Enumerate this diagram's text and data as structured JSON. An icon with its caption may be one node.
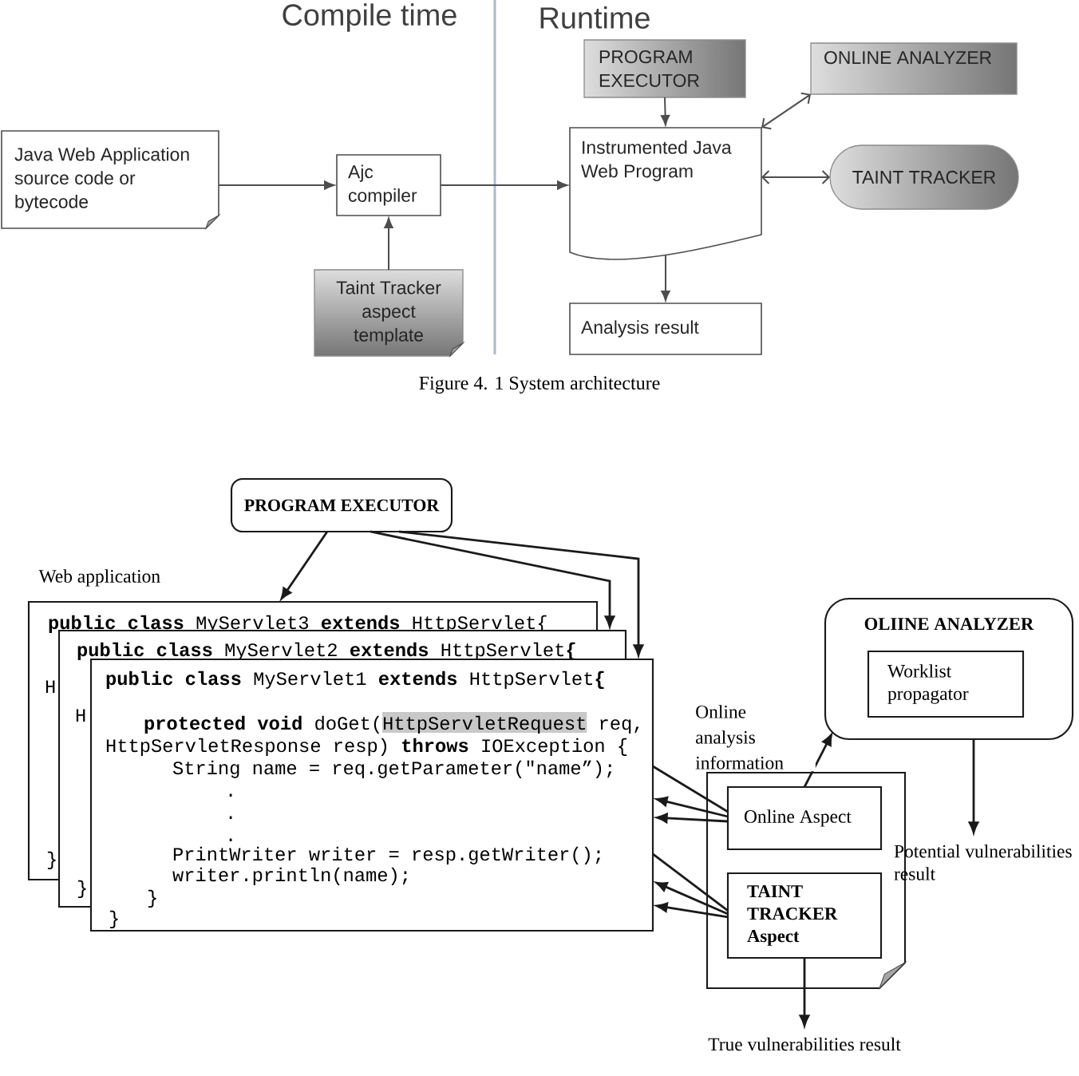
{
  "diagram": {
    "caption": "Figure 4. 1 System architecture",
    "nodes": [
      {
        "text": [
          "Java Web Application source code or bytecode"
        ]
      },
      {
        "text": [
          "Ajc compiler"
        ]
      },
      {
        "text": [
          "Taint Tracker aspect template"
        ]
      },
      {
        "text": [
          "PROGRAM EXECUTOR"
        ]
      },
      {
        "text": [
          "ONLINE ANALYZER"
        ]
      },
      {
        "text": [
          "Instrumented Java Web Program"
        ]
      },
      {
        "text": [
          "TAINT TRACKER"
        ]
      },
      {
        "text": [
          "Analysis result"
        ]
      },
      {
        "text": [
          "PROGRAM EXECUTOR"
        ]
      },
      {
        "text": [
          "**public class** MyServlet3 **extends** HttpServlet{",
          "H",
          "}"
        ]
      },
      {
        "text": [
          "**public class** MyServlet2 **extends** HttpServlet**{**",
          "H",
          "}"
        ]
      },
      {
        "text": [
          "**public class** MyServlet1 **extends** HttpServlet**{**",
          "**protected void** doGet(HttpServletRequest req,",
          "HttpServletResponse resp) **throws** IOException {",
          "String name = req.getParameter(\"name”);",
          ".",
          ".",
          ".",
          "PrintWriter writer = resp.getWriter();",
          "writer.println(name);",
          "}",
          "}"
        ]
      },
      {
        "text": [
          "OLIINE ANALYZER"
        ]
      },
      {
        "text": [
          "Worklist propagator"
        ],
        "in": 12
      },
      {
        "text": [],
        "shape": "document"
      },
      {
        "text": [
          "Online Aspect"
        ],
        "in": 14
      },
      {
        "text": [
          "TAINT TRACKER Aspect"
        ],
        "in": 14
      },
      {
        "text": [
          "Potential vulnerabilities result"
        ]
      },
      {
        "text": [
          "True vulnerabilities result"
        ]
      }
    ],
    "edges": [
      {
        "from": 0,
        "to": 1,
        "arrow": "to"
      },
      {
        "from": 2,
        "to": 1,
        "arrow": "to"
      },
      {
        "from": 1,
        "to": 5,
        "arrow": "to"
      },
      {
        "from": 3,
        "to": 5,
        "arrow": "to"
      },
      {
        "from": 4,
        "to": 5,
        "arrow": "both"
      },
      {
        "from": 5,
        "to": 6,
        "arrow": "both"
      },
      {
        "from": 5,
        "to": 7,
        "arrow": "to"
      },
      {
        "from": 8,
        "to": 9,
        "arrow": "to"
      },
      {
        "from": 8,
        "to": 10,
        "arrow": "to"
      },
      {
        "from": 8,
        "to": 11,
        "arrow": "to"
      },
      {
        "from": 15,
        "to": 12,
        "arrow": "to",
        "label": "Online analysis information"
      },
      {
        "from": 12,
        "to": 17,
        "arrow": "to"
      },
      {
        "from": 15,
        "to": 11,
        "arrow": "none"
      },
      {
        "from": 15,
        "to": 11,
        "arrow": "to"
      },
      {
        "from": 15,
        "to": 11,
        "arrow": "to"
      },
      {
        "from": 16,
        "to": 11,
        "arrow": "none"
      },
      {
        "from": 16,
        "to": 11,
        "arrow": "to"
      },
      {
        "from": 16,
        "to": 11,
        "arrow": "to"
      },
      {
        "from": 16,
        "to": 18,
        "arrow": "to"
      }
    ],
    "labels": [
      "Compile time",
      "Runtime",
      "Web application"
    ]
  }
}
